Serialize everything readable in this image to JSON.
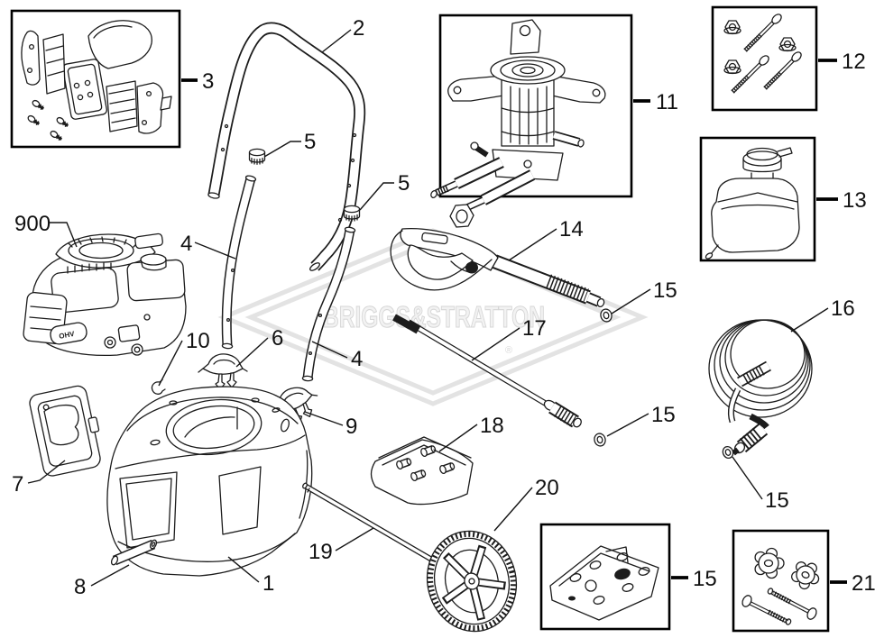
{
  "watermark": {
    "brand": "BRIGGS&STRATTON",
    "registered": "®"
  },
  "engine": {
    "badge": "OHV"
  },
  "callouts": {
    "control_panel_box": "3",
    "handle": "2",
    "handle_cap_left": "5",
    "handle_cap_right": "5",
    "handle_tube_left": "4",
    "handle_tube_right": "4",
    "engine": "900",
    "clip": "10",
    "clamp_left": "6",
    "clamp_right": "9",
    "side_panel": "7",
    "grip": "8",
    "base_frame": "1",
    "axle_rod": "19",
    "wheel": "20",
    "pump_box": "11",
    "fastener_kit_box": "12",
    "detergent_tank_box": "13",
    "spray_gun": "14",
    "oring_gun": "15",
    "oring_wand": "15",
    "oring_hose": "15",
    "seal_kit_box": "15",
    "hose": "16",
    "wand": "17",
    "nozzle_kit": "18",
    "knob_kit_box": "21"
  }
}
